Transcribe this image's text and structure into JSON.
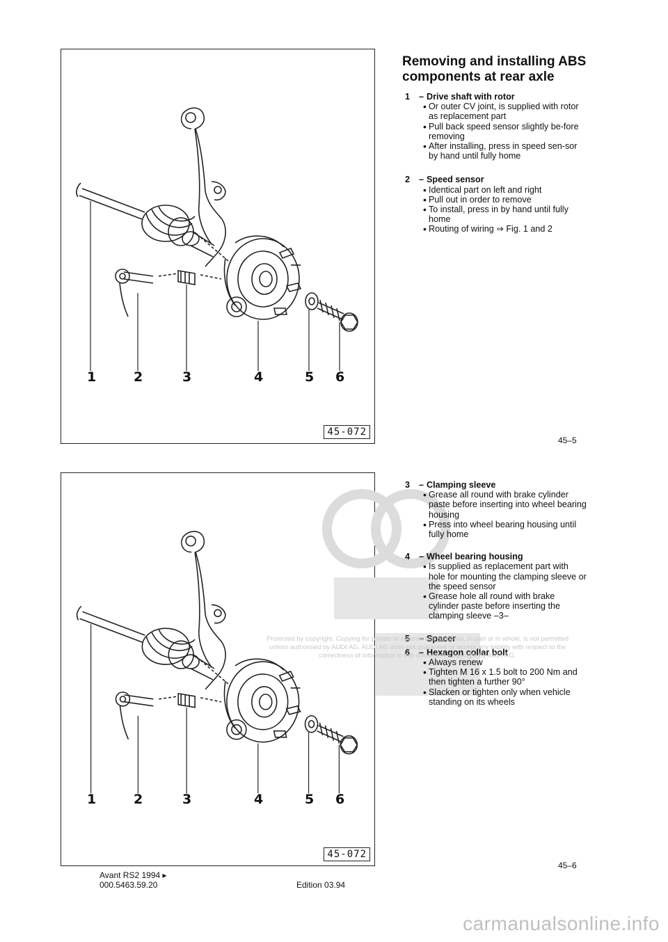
{
  "page1": {
    "title": "Removing and installing ABS components at rear axle",
    "figure_number": "45-072",
    "callouts": [
      "1",
      "2",
      "3",
      "4",
      "5",
      "6"
    ],
    "items": [
      {
        "number": "1",
        "heading": "Drive shaft with rotor",
        "bullets": [
          "Or outer CV joint, is supplied with rotor as replacement part",
          "Pull back speed sensor slightly be-fore removing",
          "After installing, press in speed sen-sor by hand until fully home"
        ]
      },
      {
        "number": "2",
        "heading": "Speed sensor",
        "bullets": [
          "Identical part on left and right",
          "Pull out in order to remove",
          "To install, press in by hand until fully home",
          "Routing of wiring ⇒ Fig. 1 and 2"
        ]
      }
    ],
    "page_number": "45–5"
  },
  "page2": {
    "figure_number": "45-072",
    "callouts": [
      "1",
      "2",
      "3",
      "4",
      "5",
      "6"
    ],
    "items": [
      {
        "number": "3",
        "heading": "Clamping sleeve",
        "bullets": [
          "Grease all round with brake cylinder paste before inserting into wheel bearing housing",
          "Press into wheel bearing housing until fully home"
        ]
      },
      {
        "number": "4",
        "heading": "Wheel bearing housing",
        "bullets": [
          "Is supplied as replacement part with hole for mounting the clamping sleeve or the speed sensor",
          "Grease hole all round with brake cylinder paste before inserting the clamping sleeve –3–"
        ]
      },
      {
        "number": "5",
        "heading": "Spacer",
        "bullets": []
      },
      {
        "number": "6",
        "heading": "Hexagon collar bolt",
        "bullets": [
          "Always renew",
          "Tighten M 16 x 1.5 bolt to 200 Nm and then tighten a further 90°",
          "Slacken or tighten only when vehicle standing on its wheels"
        ]
      }
    ],
    "page_number": "45–6"
  },
  "watermark": {
    "text": "Protected by copyright. Copying for private or commercial purposes, in part or in whole, is not permitted unless authorised by AUDI AG. AUDI AG does not guarantee or accept any liability with respect to the correctness of information in this document. Copyright by AUDI AG."
  },
  "footer": {
    "model": "Avant RS2 1994 ▸",
    "part_number": "000.5463.59.20",
    "edition": "Edition 03.94",
    "website": "carmanualsonline.info"
  }
}
